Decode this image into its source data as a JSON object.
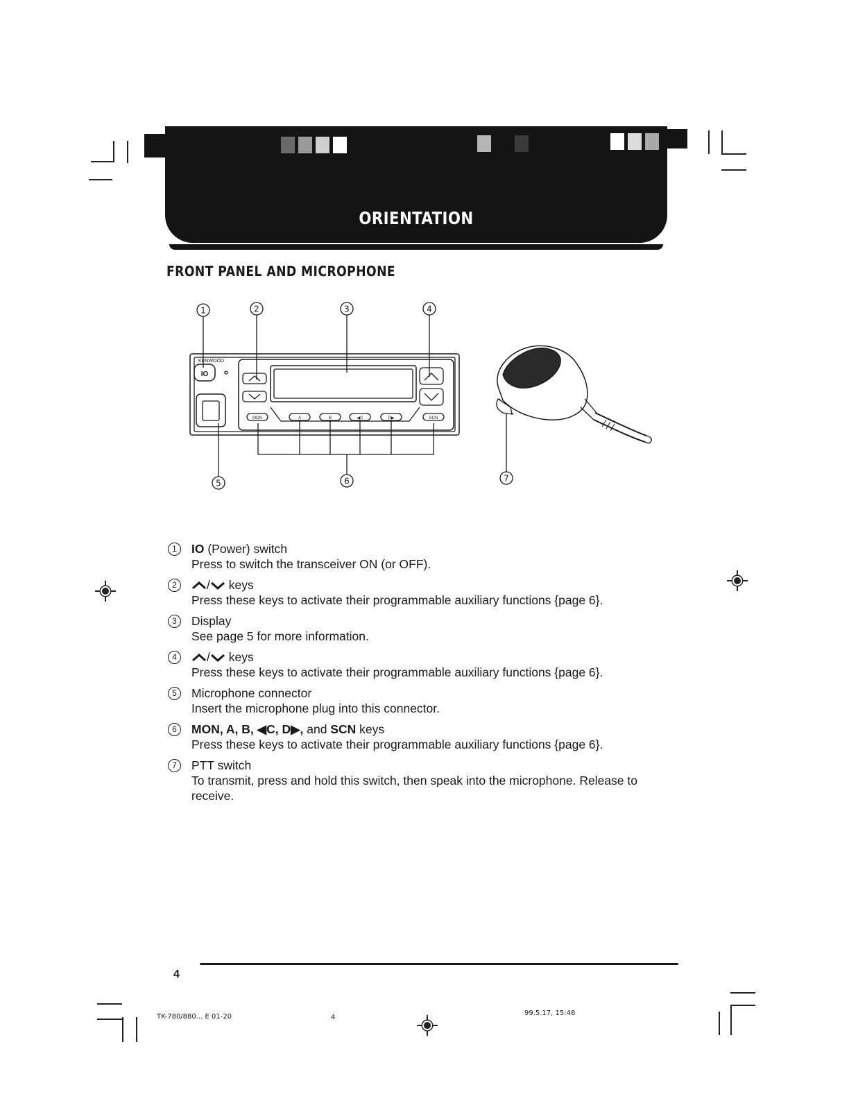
{
  "header": {
    "title": "ORIENTATION"
  },
  "section": {
    "heading": "FRONT PANEL AND MICROPHONE"
  },
  "figure": {
    "callouts": [
      "1",
      "2",
      "3",
      "4",
      "5",
      "6",
      "7"
    ],
    "panel_brand": "KENWOOD",
    "power_key_label": "IO",
    "key_labels": [
      "MON",
      "A",
      "B",
      "◀C",
      "D▶",
      "SCN"
    ]
  },
  "items": [
    {
      "number": "1",
      "head_bold": "IO",
      "head_rest": " (Power) switch",
      "description": "Press to switch the transceiver ON (or OFF)."
    },
    {
      "number": "2",
      "head_rest": " keys",
      "description": "Press these keys to activate their programmable auxiliary functions {page 6}."
    },
    {
      "number": "3",
      "head_rest": "Display",
      "description": "See page 5 for more information."
    },
    {
      "number": "4",
      "head_rest": " keys",
      "description": "Press these keys to activate their programmable auxiliary functions {page 6}."
    },
    {
      "number": "5",
      "head_rest": "Microphone connector",
      "description": "Insert the microphone plug into this connector."
    },
    {
      "number": "6",
      "head_bold": "MON, A, B, ◀C, D▶,",
      "head_mid": " and ",
      "head_bold2": "SCN",
      "head_rest": " keys",
      "description": "Press these keys to activate their programmable auxiliary functions {page 6}."
    },
    {
      "number": "7",
      "head_rest": "PTT switch",
      "description": "To transmit, press and hold this switch, then speak into the microphone. Release to receive."
    }
  ],
  "page_number": "4",
  "footer": {
    "left": "TK-780/880... E 01-20",
    "center": "4",
    "right": "99.5.17, 15:48"
  }
}
